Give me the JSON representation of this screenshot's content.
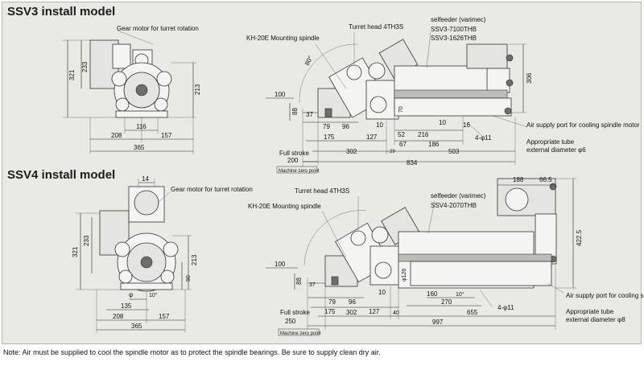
{
  "titles": {
    "ssv3": "SSV3 install model",
    "ssv4": "SSV4 install model"
  },
  "note": "Note: Air must be supplied to cool the spindle motor as to protect the spindle bearings. Be sure to supply clean dry air.",
  "ssv3": {
    "labels": {
      "gear_motor": "Gear motor for turret rotation",
      "turret_head": "Turret head 4TH3S",
      "mounting_spindle": "KH-20E Mounting spindle",
      "selffeeder": "selfeeder (varimec)",
      "model_a": "SSV3-7100THB",
      "model_b": "SSV3-1626THB",
      "air_supply": "Air supply port for cooling spindle motor",
      "tube": "Appropriate tube",
      "tube_dia": "external diameter φ6",
      "full_stroke": "Full stroke",
      "machine_zero": "Machine zero point",
      "angle": "80°",
      "holes": "4-φ11"
    },
    "dims": {
      "d321": "321",
      "d233": "233",
      "d213": "213",
      "d116": "116",
      "d208": "208",
      "d157": "157",
      "d365": "365",
      "d306": "306",
      "d100": "100",
      "d88": "88",
      "d37": "37",
      "d79": "79",
      "d96": "96",
      "d10a": "10",
      "d70": "70",
      "d175": "175",
      "d127": "127",
      "d52": "52",
      "d216": "216",
      "d10b": "10",
      "d16": "16",
      "d67": "67",
      "d186": "186",
      "d302": "302",
      "d29": "29",
      "d503": "503",
      "d200": "200",
      "d834": "834"
    }
  },
  "ssv4": {
    "labels": {
      "gear_motor": "Gear motor for turret rotation",
      "turret_head": "Turret head 4TH3S",
      "mounting_spindle": "KH-20E Mounting spindle",
      "selffeeder": "selfeeder (varimec)",
      "model_a": "SSV4-2070THB",
      "air_supply": "Air supply port for cooling spindle motor",
      "tube": "Appropriate tube",
      "tube_dia": "external diameter φ8",
      "full_stroke": "Full stroke",
      "machine_zero": "Machine zero point",
      "holes": "4-φ11",
      "phi_a": "φ",
      "phi_b": "φ126",
      "tol": "10°",
      "tol2": "10°"
    },
    "dims": {
      "d14": "14",
      "d321": "321",
      "d233": "233",
      "d213": "213",
      "d90": "90",
      "d135": "135",
      "d208": "208",
      "d157": "157",
      "d365": "365",
      "d188": "188",
      "d66_5": "66.5",
      "d422_5": "422.5",
      "d100": "100",
      "d88": "88",
      "d37": "37",
      "d79": "79",
      "d96": "96",
      "d10": "10",
      "d160": "160",
      "d175": "175",
      "d127": "127",
      "d270": "270",
      "d302": "302",
      "d40": "40",
      "d655": "655",
      "d250": "250",
      "d997": "997"
    }
  }
}
